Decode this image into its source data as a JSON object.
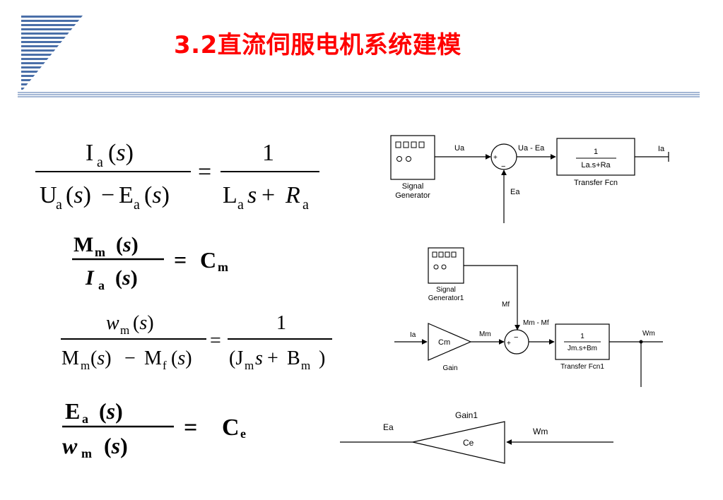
{
  "slide": {
    "title": "3.2直流伺服电机系统建模"
  },
  "equations": {
    "eq1": {
      "I": "I",
      "U": "U",
      "E": "E",
      "L": "L",
      "R": "R",
      "a": "a",
      "s": "s",
      "one": "1",
      "paren_open": "(",
      "paren_close": ")",
      "minus": "−",
      "plus": "+",
      "equals": "="
    },
    "eq2": {
      "M": "M",
      "m": "m",
      "I": "I",
      "a": "a",
      "C": "C",
      "s": "s",
      "paren_open": "(",
      "paren_close": ")",
      "equals": "="
    },
    "eq3": {
      "w": "w",
      "M": "M",
      "J": "J",
      "B": "B",
      "m": "m",
      "f": "f",
      "s": "s",
      "one": "1",
      "paren_open": "(",
      "paren_close": ")",
      "minus": "−",
      "plus": "+",
      "equals": "="
    },
    "eq4": {
      "E": "E",
      "a": "a",
      "w": "w",
      "m": "m",
      "C": "C",
      "e": "e",
      "s": "s",
      "paren_open": "(",
      "paren_close": ")",
      "equals": "="
    }
  },
  "diagram1": {
    "sg_label_line1": "Signal",
    "sg_label_line2": "Generator",
    "sig_ua": "Ua",
    "sig_ua_ea": "Ua - Ea",
    "sig_ea": "Ea",
    "sig_ia": "Ia",
    "tf_num": "1",
    "tf_den": "La.s+Ra",
    "tf_label": "Transfer Fcn",
    "sum_plus": "+",
    "sum_minus": "−"
  },
  "diagram2": {
    "sg_label_line1": "Signal",
    "sg_label_line2": "Generator1",
    "sig_ia": "Ia",
    "gain_text": "Cm",
    "gain_label": "Gain",
    "sig_mm": "Mm",
    "sig_mf": "Mf",
    "sig_mm_mf": "Mm - Mf",
    "tf_num": "1",
    "tf_den": "Jm.s+Bm",
    "tf_label": "Transfer Fcn1",
    "sig_wm": "Wm",
    "sum_plus": "+",
    "sum_minus": "−"
  },
  "diagram3": {
    "gain_label": "Gain1",
    "gain_text": "Ce",
    "sig_ea": "Ea",
    "sig_wm": "Wm"
  }
}
